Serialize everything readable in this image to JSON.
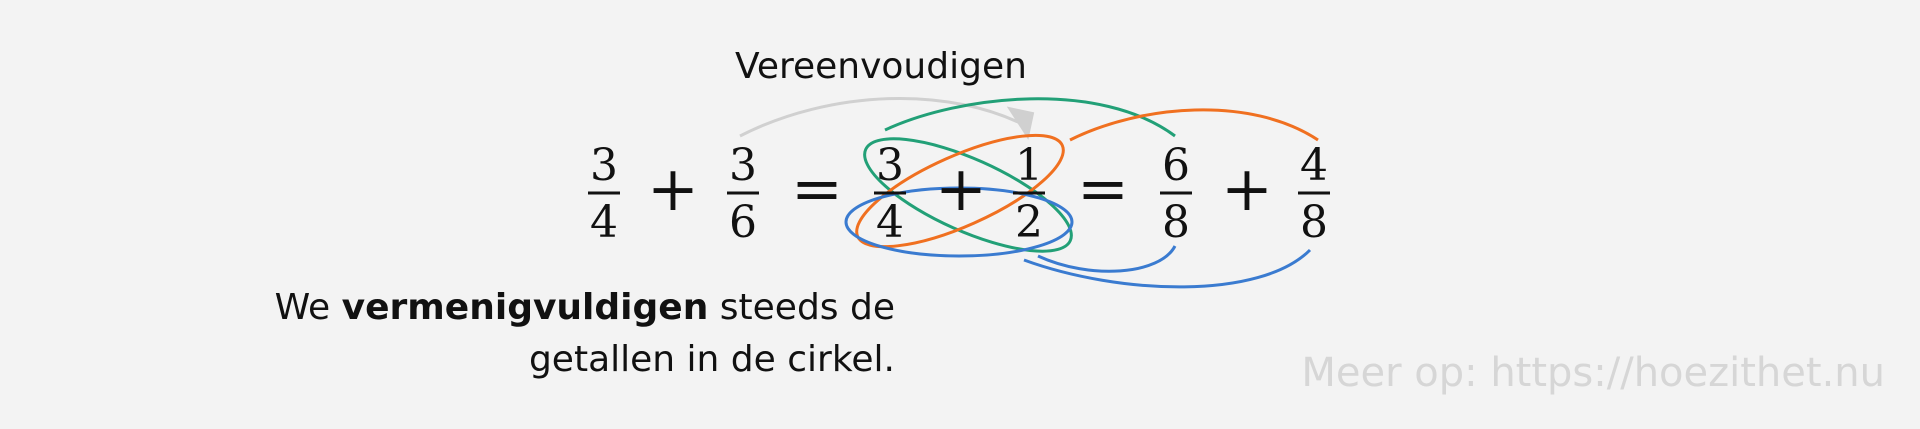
{
  "title": "Vereenvoudigen",
  "equation": {
    "left": [
      {
        "numerator": "3",
        "denominator": "4"
      },
      {
        "numerator": "3",
        "denominator": "6"
      }
    ],
    "middle": [
      {
        "numerator": "3",
        "denominator": "4"
      },
      {
        "numerator": "1",
        "denominator": "2"
      }
    ],
    "right": [
      {
        "numerator": "6",
        "denominator": "8"
      },
      {
        "numerator": "4",
        "denominator": "8"
      }
    ],
    "plus": "+",
    "equals": "="
  },
  "caption": {
    "line1_prefix": "We",
    "line1_bold": "vermenigvuldigen",
    "line1_suffix": "steeds de",
    "line2": "getallen in de cirkel."
  },
  "watermark": "Meer op: https://hoezithet.nu",
  "colors": {
    "green": "#22a077",
    "orange": "#f07020",
    "blue": "#3a7bd0",
    "gray_arrow": "#d0d0d0"
  }
}
